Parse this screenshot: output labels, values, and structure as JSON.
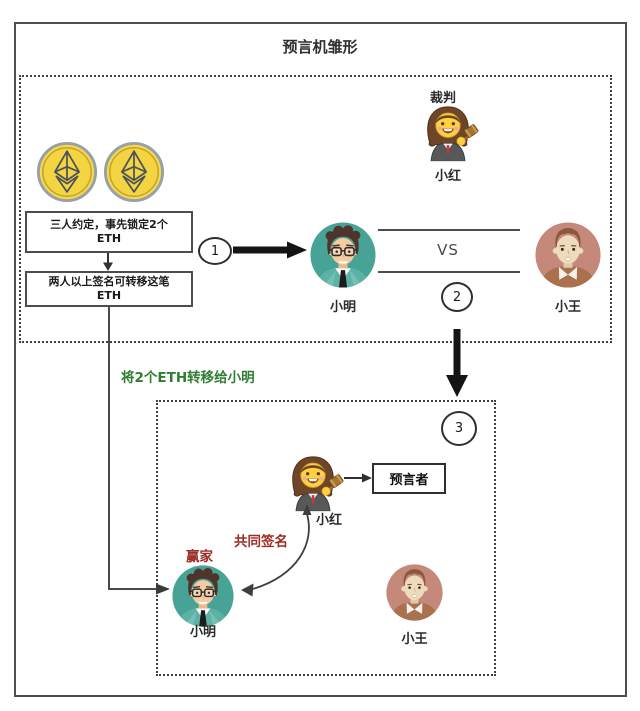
{
  "title": "预言机雏形",
  "top": {
    "judge_role": "裁判",
    "judge_name": "小红",
    "rule1_line1": "三人约定，事先锁定2个",
    "rule1_line2": "ETH",
    "rule2_line1": "两人以上签名可转移这笔",
    "rule2_line2": "ETH",
    "step1": "1",
    "step2": "2",
    "vs": "VS",
    "player_left": "小明",
    "player_right": "小王",
    "eth_coin_count": 2
  },
  "transfer_note": "将2个ETH转移给小明",
  "bottom": {
    "step3": "3",
    "judge_name": "小红",
    "oracle_label": "预言者",
    "cosign_note": "共同签名",
    "winner_note": "赢家",
    "player_left": "小明",
    "player_right": "小王"
  },
  "icons": {
    "coin": "eth-coin-icon",
    "judge": "woman-judge-gavel-icon",
    "player_left": "man-glasses-teal-avatar",
    "player_right": "man-brown-rose-avatar"
  },
  "colors": {
    "frame": "#4f4f4f",
    "dotted_border": "#3f3f3f",
    "green_note": "#2e7d32",
    "red_note": "#9e2b25",
    "coin_yellow": "#f7d94c",
    "avatar_teal": "#47a396",
    "avatar_rose": "#c5897c",
    "arrow_black": "#141414"
  }
}
